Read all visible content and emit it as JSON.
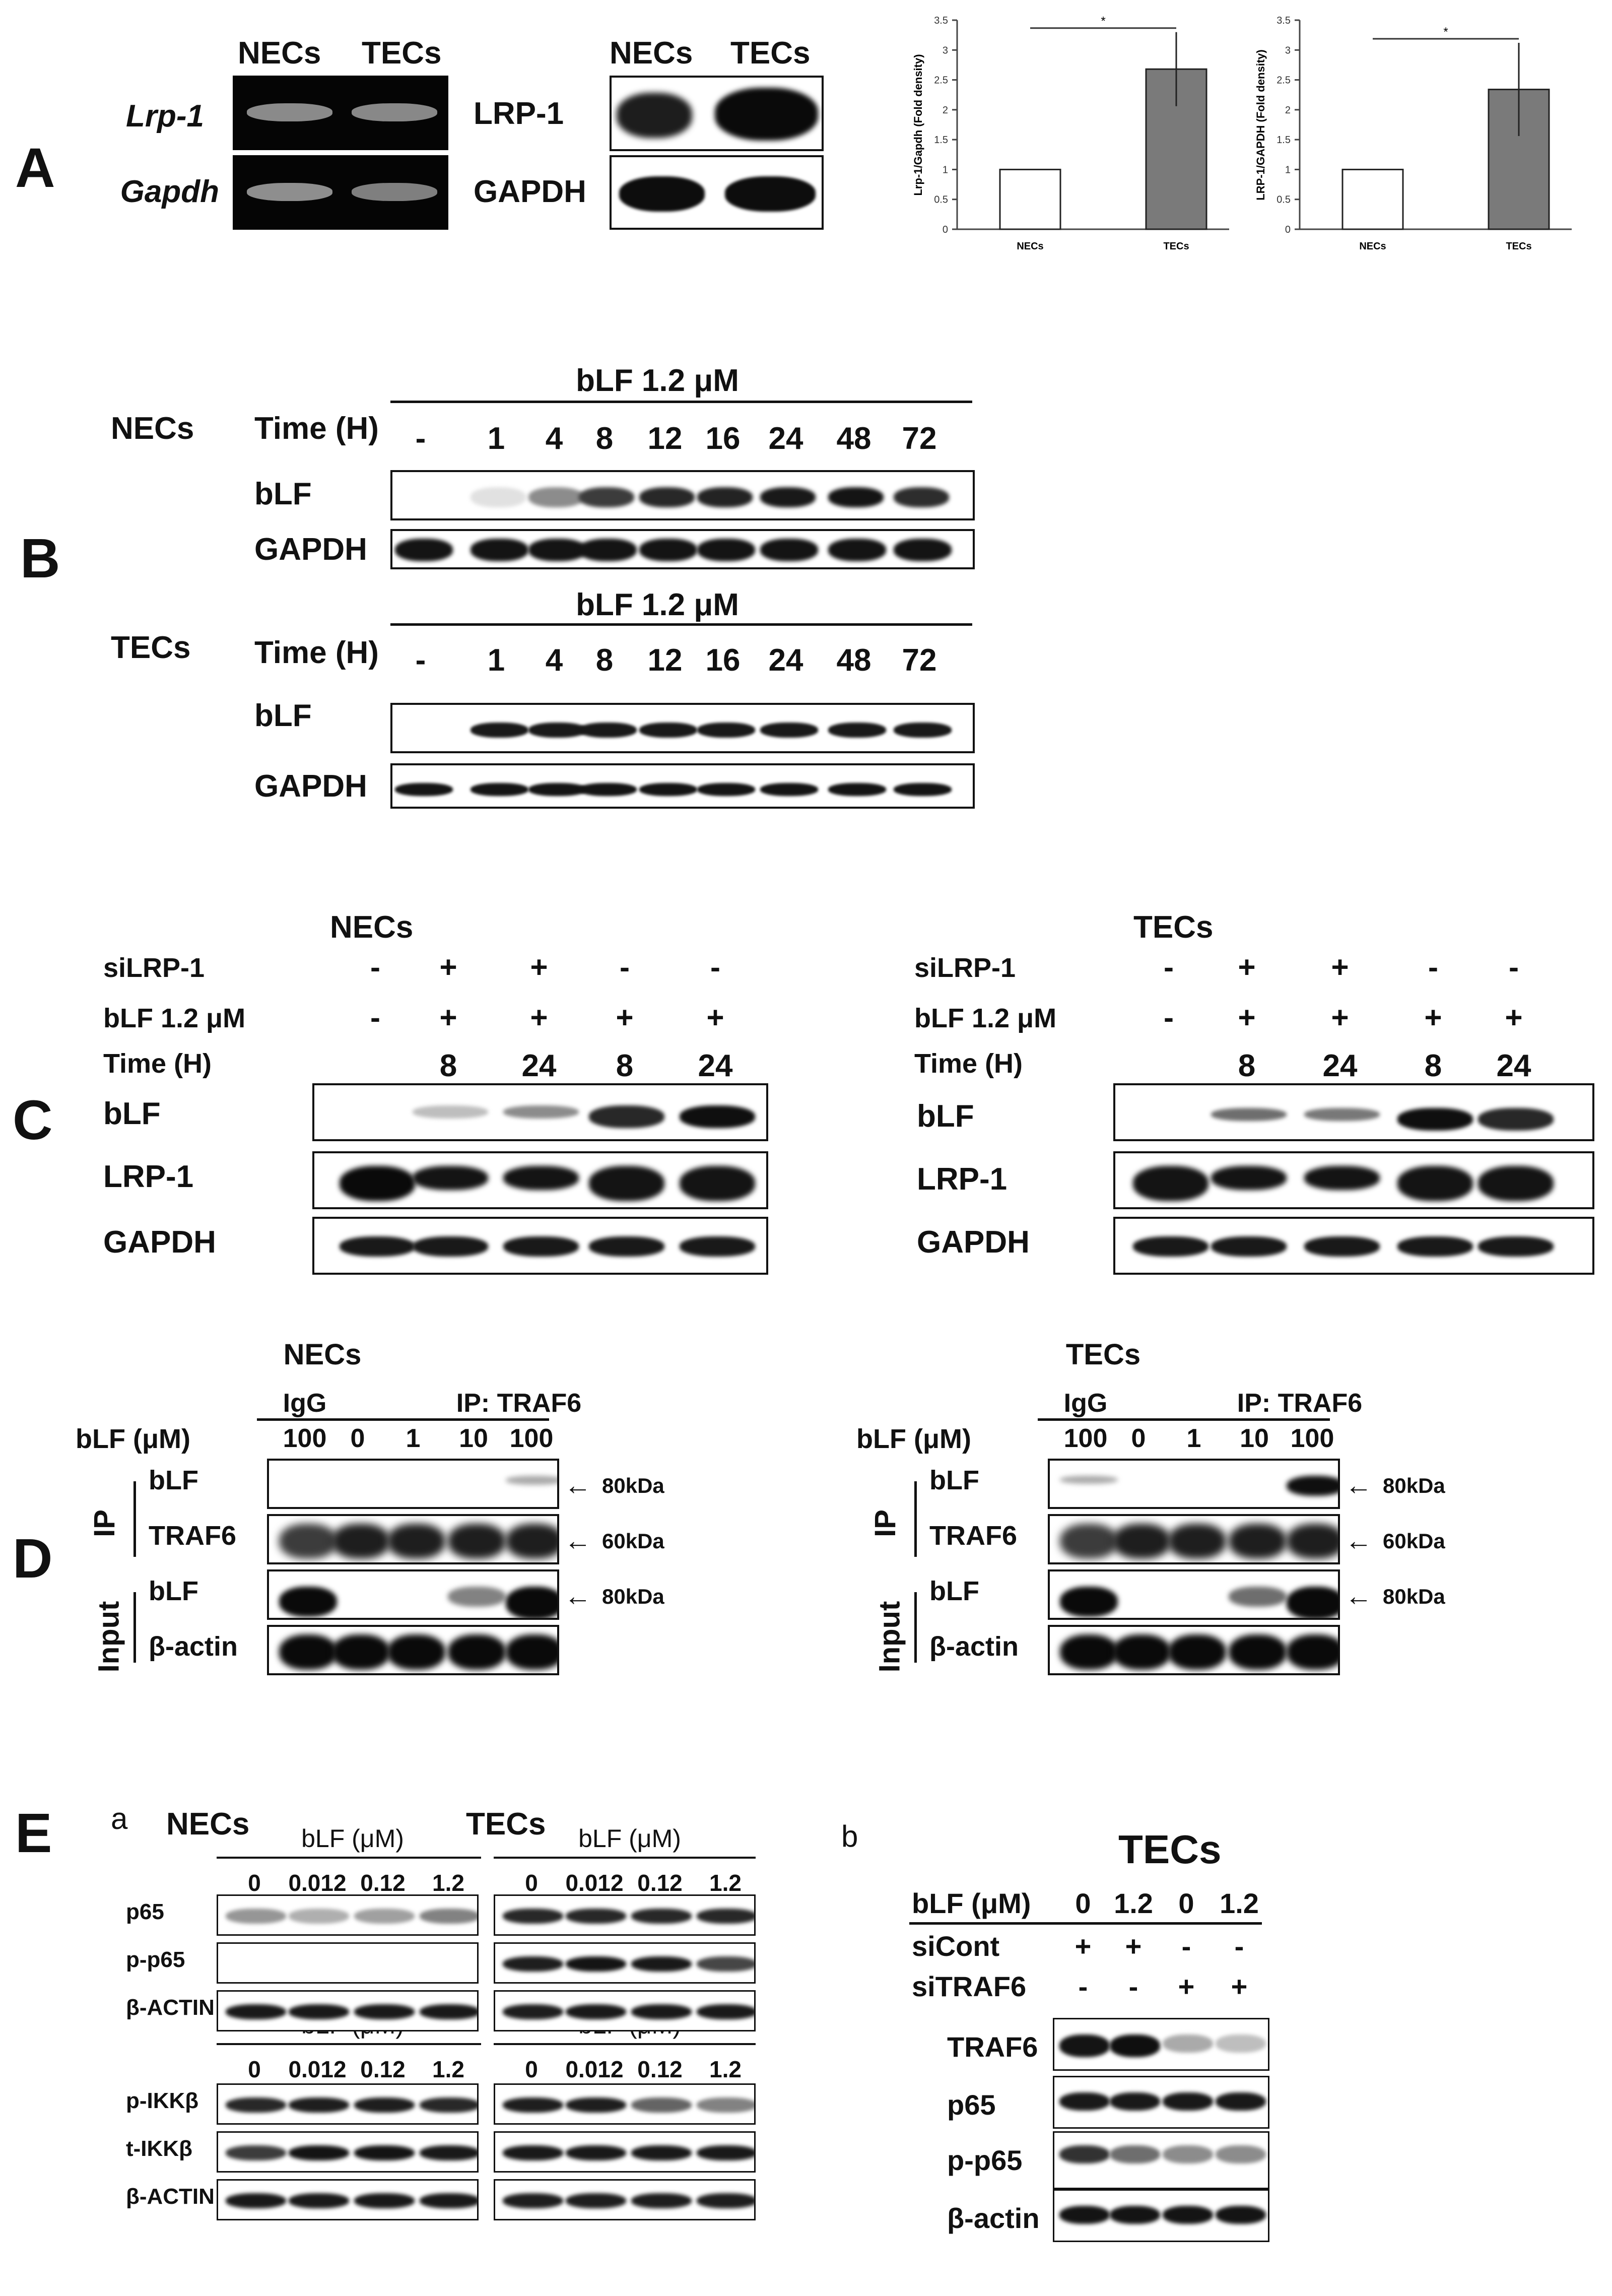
{
  "panels": {
    "A": "A",
    "B": "B",
    "C": "C",
    "D": "D",
    "E": "E",
    "Ea": "a",
    "Eb": "b"
  },
  "A": {
    "gel_cols": [
      "NECs",
      "TECs"
    ],
    "gel_rows": [
      "Lrp-1",
      "Gapdh"
    ],
    "wb_cols": [
      "NECs",
      "TECs"
    ],
    "wb_rows": [
      "LRP-1",
      "GAPDH"
    ]
  },
  "chart_data": [
    {
      "type": "bar",
      "categories": [
        "NECs",
        "TECs"
      ],
      "values": [
        1.0,
        2.68
      ],
      "errors": [
        0,
        0.62
      ],
      "ylabel": "Lrp-1/Gapdh (Fold density)",
      "ylim": [
        0,
        3.5
      ],
      "yticks": [
        "0",
        "0.5",
        "1",
        "1.5",
        "2",
        "2.5",
        "3",
        "3.5"
      ],
      "significance": "*",
      "colors": [
        "#ffffff",
        "#7a7a7a"
      ]
    },
    {
      "type": "bar",
      "categories": [
        "NECs",
        "TECs"
      ],
      "values": [
        1.0,
        2.34
      ],
      "errors": [
        0,
        0.78
      ],
      "ylabel": "LRP-1/GAPDH (Fold density)",
      "ylim": [
        0,
        3.5
      ],
      "yticks": [
        "0",
        "0.5",
        "1",
        "1.5",
        "2",
        "2.5",
        "3",
        "3.5"
      ],
      "significance": "*",
      "colors": [
        "#ffffff",
        "#7a7a7a"
      ]
    }
  ],
  "B": {
    "treatment": "bLF 1.2 μM",
    "cell_top": "NECs",
    "cell_bottom": "TECs",
    "time_label": "Time (H)",
    "times": [
      "-",
      "1",
      "4",
      "8",
      "12",
      "16",
      "24",
      "48",
      "72"
    ],
    "rows": [
      "bLF",
      "GAPDH"
    ]
  },
  "C": {
    "left": {
      "cell": "NECs",
      "rows_labels": [
        "siLRP-1",
        "bLF 1.2 μM",
        "Time (H)"
      ],
      "siLRP": [
        "-",
        "+",
        "+",
        "-",
        "-"
      ],
      "bLF": [
        "-",
        "+",
        "+",
        "+",
        "+"
      ],
      "time": [
        "",
        "8",
        "24",
        "8",
        "24"
      ],
      "blots": [
        "bLF",
        "LRP-1",
        "GAPDH"
      ]
    },
    "right": {
      "cell": "TECs",
      "rows_labels": [
        "siLRP-1",
        "bLF 1.2 μM",
        "Time (H)"
      ],
      "siLRP": [
        "-",
        "+",
        "+",
        "-",
        "-"
      ],
      "bLF": [
        "-",
        "+",
        "+",
        "+",
        "+"
      ],
      "time": [
        "",
        "8",
        "24",
        "8",
        "24"
      ],
      "blots": [
        "bLF",
        "LRP-1",
        "GAPDH"
      ]
    }
  },
  "D": {
    "left": {
      "cell": "NECs"
    },
    "right": {
      "cell": "TECs"
    },
    "igg": "IgG",
    "ip_header": "IP: TRAF6",
    "conc_label": "bLF (μM)",
    "concs": [
      "100",
      "0",
      "1",
      "10",
      "100"
    ],
    "group_ip": "IP",
    "group_input": "Input",
    "rows": [
      "bLF",
      "TRAF6",
      "bLF",
      "β-actin"
    ],
    "markers": [
      "80kDa",
      "60kDa",
      "80kDa"
    ]
  },
  "E": {
    "a": {
      "cell_left": "NECs",
      "cell_right": "TECs",
      "header": "bLF (μM)",
      "concs": [
        "0",
        "0.012",
        "0.12",
        "1.2"
      ],
      "top_rows": [
        "p65",
        "p-p65",
        "β-ACTIN"
      ],
      "bottom_rows": [
        "p-IKKβ",
        "t-IKKβ",
        "β-ACTIN"
      ]
    },
    "b": {
      "cell": "TECs",
      "conc_label": "bLF (μM)",
      "concs": [
        "0",
        "1.2",
        "0",
        "1.2"
      ],
      "siCont_label": "siCont",
      "siCont": [
        "+",
        "+",
        "-",
        "-"
      ],
      "siTRAF6_label": "siTRAF6",
      "siTRAF6": [
        "-",
        "-",
        "+",
        "+"
      ],
      "rows": [
        "TRAF6",
        "p65",
        "p-p65",
        "β-actin"
      ]
    }
  }
}
